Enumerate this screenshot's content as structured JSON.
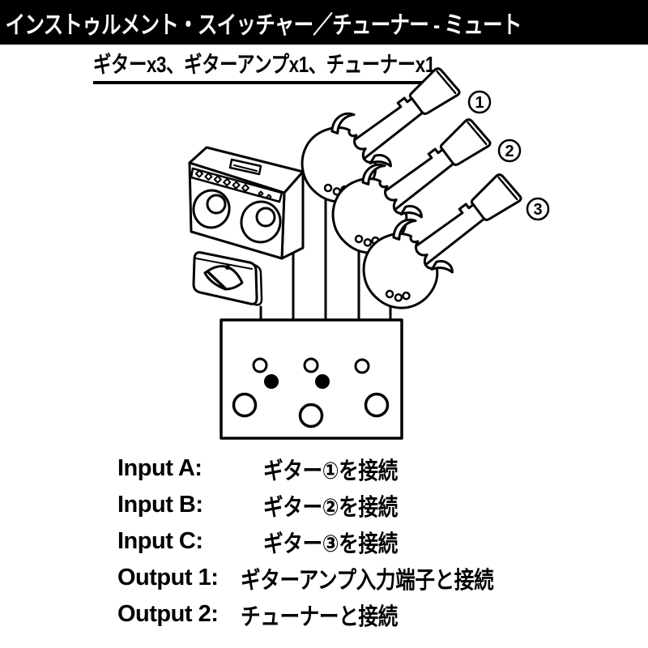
{
  "colors": {
    "ink": "#000000",
    "paper": "#ffffff",
    "header_bg": "#000000",
    "header_fg": "#ffffff"
  },
  "header": {
    "title": "インストゥルメント・スイッチャー／チューナー - ミュート"
  },
  "subtitle": {
    "text": "ギターx3、ギターアンプx1、チューナーx1"
  },
  "diagram": {
    "badges": [
      "1",
      "2",
      "3"
    ],
    "devices": [
      "guitar-amp",
      "tuner",
      "guitar-1",
      "guitar-2",
      "guitar-3",
      "switcher-pedal"
    ]
  },
  "connections": [
    {
      "label": "Input A:",
      "value": "ギター①を接続"
    },
    {
      "label": "Input B:",
      "value": "ギター②を接続"
    },
    {
      "label": "Input C:",
      "value": "ギター③を接続"
    },
    {
      "label": "Output 1:",
      "value": "ギターアンプ入力端子と接続"
    },
    {
      "label": "Output 2:",
      "value": "チューナーと接続"
    }
  ]
}
